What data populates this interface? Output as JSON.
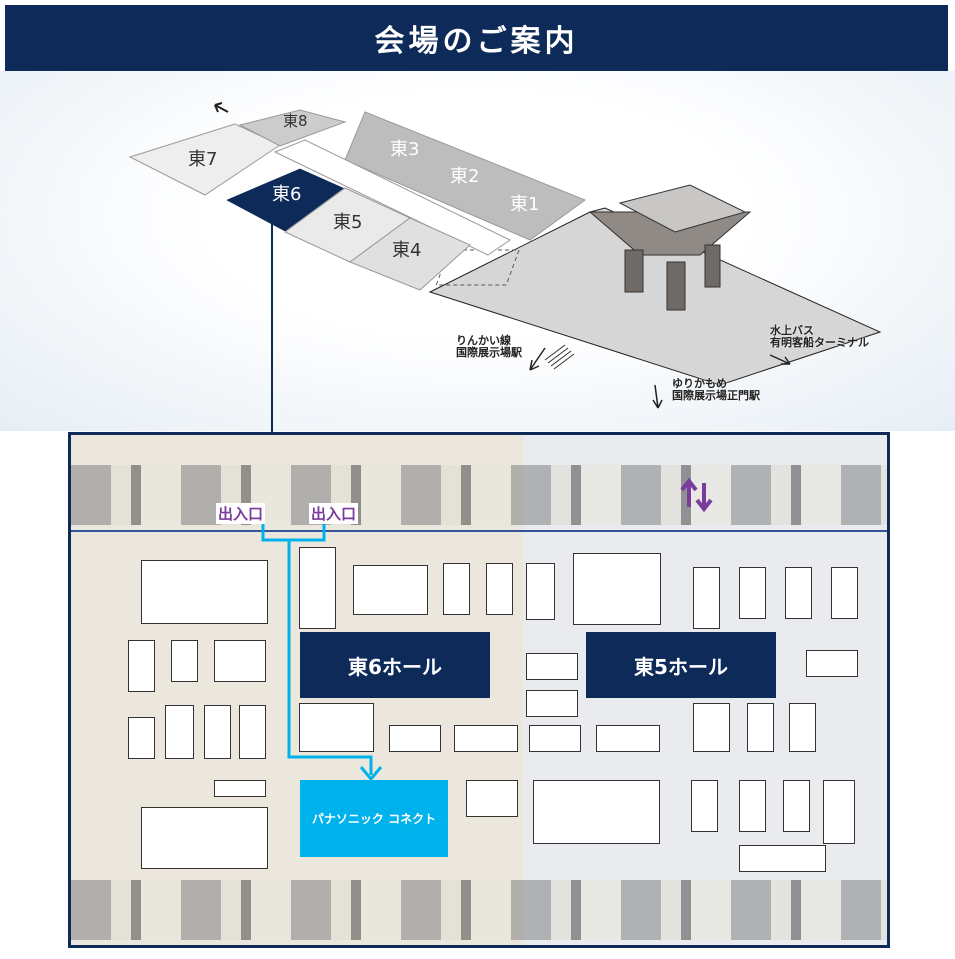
{
  "header": {
    "title": "会場のご案内"
  },
  "overview": {
    "halls": [
      {
        "id": "east7",
        "label": "東7"
      },
      {
        "id": "east8",
        "label": "東8"
      },
      {
        "id": "east6",
        "label": "東6"
      },
      {
        "id": "east5",
        "label": "東5"
      },
      {
        "id": "east4",
        "label": "東4"
      },
      {
        "id": "east3",
        "label": "東3"
      },
      {
        "id": "east2",
        "label": "東2"
      },
      {
        "id": "east1",
        "label": "東1"
      }
    ],
    "rinkai": [
      "りんかい線",
      "国際展示場駅"
    ],
    "yurikamome": [
      "ゆりかもめ",
      "国際展示場正門駅"
    ],
    "bus": [
      "水上バス",
      "有明客船ターミナル"
    ]
  },
  "floor": {
    "hall6": "東6ホール",
    "hall5": "東5ホール",
    "entrance": "出入口",
    "booth": "パナソニック コネクト"
  },
  "colors": {
    "navy": "#0d2a58",
    "cyan": "#00b2ec",
    "purple": "#7a3c9c"
  }
}
